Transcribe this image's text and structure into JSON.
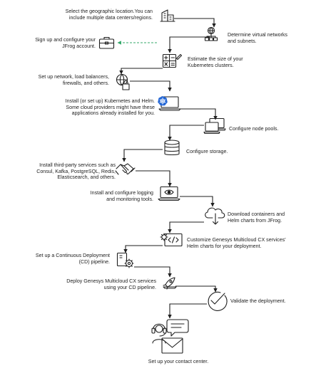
{
  "steps": [
    {
      "id": "location",
      "lines": [
        "Select the geographic location.You can",
        "include multiple data centers/regions."
      ],
      "icon": "buildings-icon"
    },
    {
      "id": "networks",
      "lines": [
        "Determine virtual networks",
        "and subnets."
      ],
      "icon": "network-icon"
    },
    {
      "id": "jfrog-signup",
      "lines": [
        "Sign up and configure your",
        "JFrog account."
      ],
      "icon": "toolbox-icon"
    },
    {
      "id": "estimate",
      "lines": [
        "Estimate the size of your",
        "Kubernetes clusters."
      ],
      "icon": "calculator-icon"
    },
    {
      "id": "network-setup",
      "lines": [
        "Set up network, load balancers,",
        "firewalls, and others."
      ],
      "icon": "globe-lock-icon"
    },
    {
      "id": "kubernetes",
      "lines": [
        "Install (or set up) Kubernetes and Helm.",
        "Some cloud providers might have these",
        "applications already installed for you."
      ],
      "icon": "kubernetes-laptop-icon"
    },
    {
      "id": "node-pools",
      "lines": [
        "Configure node pools."
      ],
      "icon": "laptops-icon"
    },
    {
      "id": "storage",
      "lines": [
        "Configure storage."
      ],
      "icon": "database-icon"
    },
    {
      "id": "third-party",
      "lines": [
        "Install third-party services such as",
        "Consul, Kafka, PostgreSQL, Redis,",
        "Elasticsearch, and others."
      ],
      "icon": "handshake-icon"
    },
    {
      "id": "logging",
      "lines": [
        "Install and configure logging",
        "and monitoring tools."
      ],
      "icon": "monitoring-laptop-icon"
    },
    {
      "id": "download",
      "lines": [
        "Download containers and",
        "Helm charts from JFrog."
      ],
      "icon": "cloud-download-icon"
    },
    {
      "id": "customize",
      "lines": [
        "Customize Genesys Multicloud CX services'",
        "Helm charts for your deployment."
      ],
      "icon": "code-gear-icon"
    },
    {
      "id": "cd-pipeline",
      "lines": [
        "Set up a Continuous Deployment",
        "(CD) pipeline."
      ],
      "icon": "pipeline-gear-icon"
    },
    {
      "id": "deploy",
      "lines": [
        "Deploy Genesys Multicloud CX services",
        "using your CD pipeline."
      ],
      "icon": "rocket-laptop-icon"
    },
    {
      "id": "validate",
      "lines": [
        "Validate the deployment."
      ],
      "icon": "checkmark-icon"
    },
    {
      "id": "contact-center",
      "lines": [
        "Set up your contact center."
      ],
      "icon": "contact-center-icon"
    }
  ],
  "colors": {
    "line": "#1f1f1f",
    "dashed_arrow": "#35a86b",
    "icon_fill": "#2467d6",
    "text": "#222222"
  }
}
